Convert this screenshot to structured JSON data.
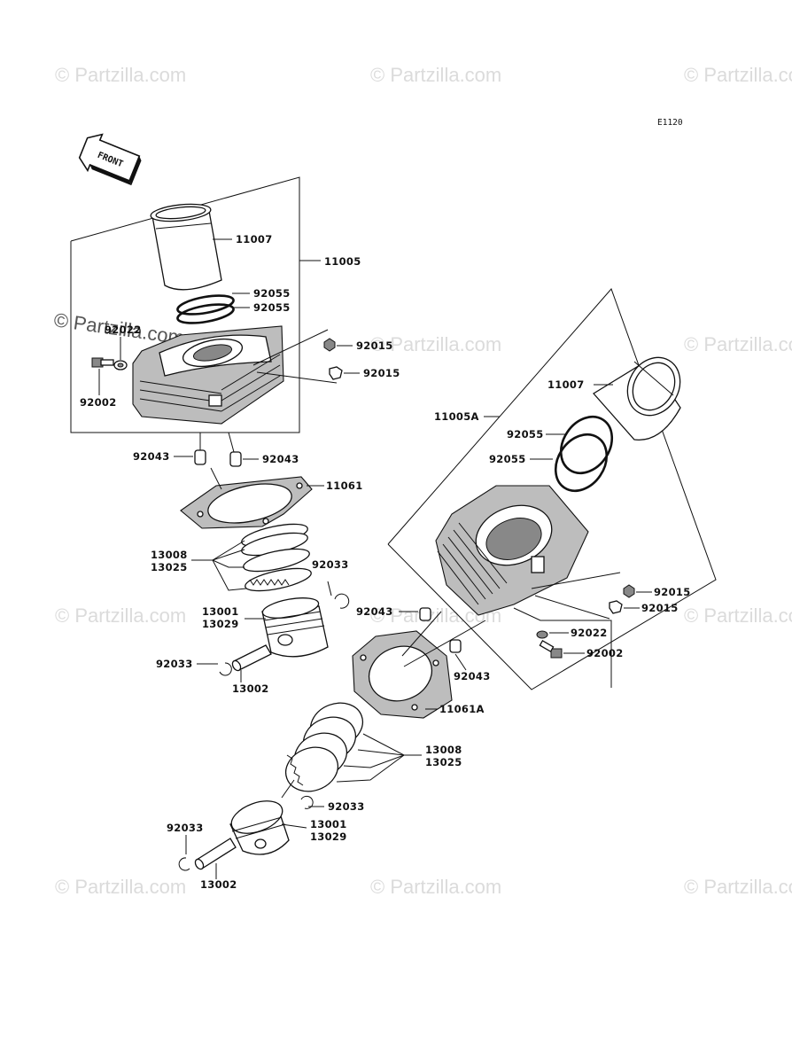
{
  "diagram": {
    "code": "E1120",
    "front_label": "FRONT",
    "watermark": "© Partzilla.com",
    "parts": {
      "p11005": "11005",
      "p11007_a": "11007",
      "p92055_a1": "92055",
      "p92055_a2": "92055",
      "p92022_a": "92022",
      "p92002_a": "92002",
      "p92015_a1": "92015",
      "p92015_a2": "92015",
      "p92043_a1": "92043",
      "p92043_a2": "92043",
      "p11061": "11061",
      "p13008_a": "13008",
      "p13025_a": "13025",
      "p92033_a1": "92033",
      "p13001_a": "13001",
      "p13029_a": "13029",
      "p92033_a2": "92033",
      "p13002_a": "13002",
      "p11007_b": "11007",
      "p11005A": "11005A",
      "p92055_b1": "92055",
      "p92055_b2": "92055",
      "p92015_b1": "92015",
      "p92015_b2": "92015",
      "p92043_b1": "92043",
      "p92022_b": "92022",
      "p92002_b": "92002",
      "p92043_b2": "92043",
      "p11061A": "11061A",
      "p13008_b": "13008",
      "p13025_b": "13025",
      "p92033_b1": "92033",
      "p13001_b": "13001",
      "p13029_b": "13029",
      "p92033_b2": "92033",
      "p13002_b": "13002"
    }
  }
}
